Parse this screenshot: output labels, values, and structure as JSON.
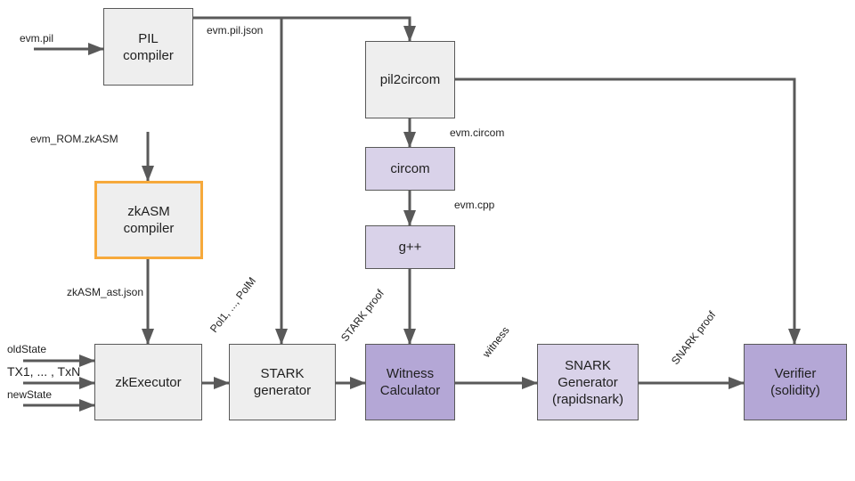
{
  "diagram": {
    "nodes": {
      "pil_compiler": "PIL\ncompiler",
      "pil2circom": "pil2circom",
      "circom": "circom",
      "gpp": "g++",
      "zkasm_compiler": "zkASM\ncompiler",
      "zkexecutor": "zkExecutor",
      "stark_generator": "STARK\ngenerator",
      "witness_calculator": "Witness\nCalculator",
      "snark_generator": "SNARK\nGenerator\n(rapidsnark)",
      "verifier": "Verifier\n(solidity)"
    },
    "labels": {
      "evm_pil": "evm.pil",
      "evm_pil_json": "evm.pil.json",
      "evm_circom": "evm.circom",
      "evm_cpp": "evm.cpp",
      "evm_rom": "evm_ROM.zkASM",
      "zkasm_ast": "zkASM_ast.json",
      "old_state": "oldState",
      "txs": "TX1, ... , TxN",
      "new_state": "newState",
      "pols": "Pol1, ..., PolM",
      "stark_proof": "STARK proof",
      "witness": "witness",
      "snark_proof": "SNARK proof"
    },
    "colors": {
      "gray_box": "#eeeeee",
      "lavender_box": "#d9d2e9",
      "purple_box": "#b4a7d6",
      "highlight_border": "#f6a93b",
      "arrow": "#595959"
    }
  }
}
